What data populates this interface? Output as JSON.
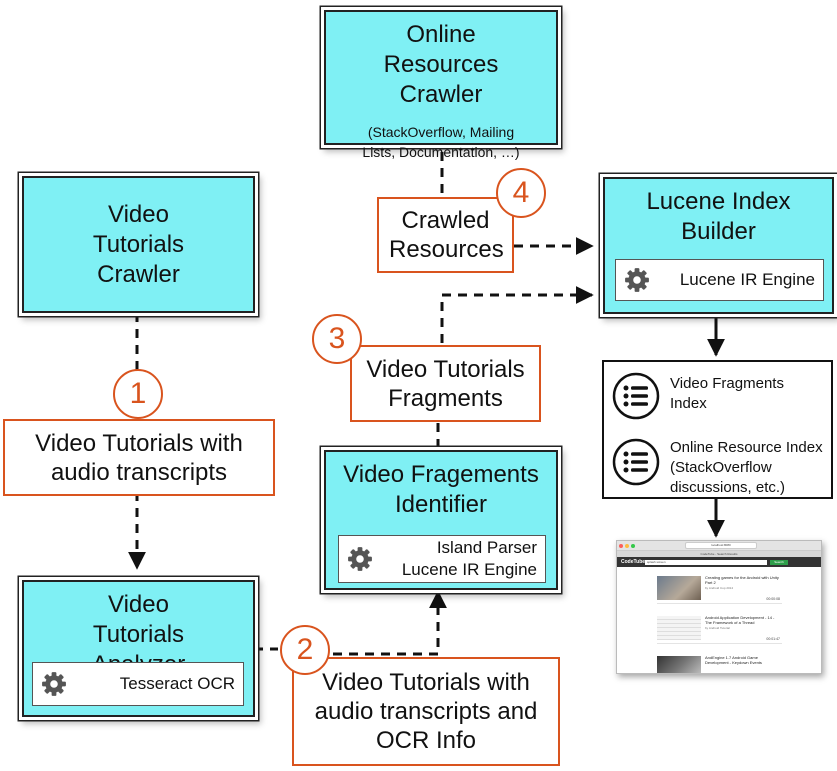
{
  "boxes": {
    "online_crawler": {
      "title": "Online Resources Crawler",
      "sub": "(StackOverflow, Mailing Lists, Documentation, …)"
    },
    "video_crawler": {
      "title": "Video Tutorials Crawler"
    },
    "lucene_builder": {
      "title": "Lucene Index Builder",
      "engine": "Lucene IR Engine"
    },
    "fragments_identifier": {
      "title": "Video Fragements Identifier",
      "engine_line1": "Island Parser",
      "engine_line2": "Lucene IR Engine"
    },
    "analyzer": {
      "title": "Video Tutorials Analyzer",
      "engine": "Tesseract OCR"
    }
  },
  "labels": {
    "crawled": "Crawled Resources",
    "fragments": "Video Tutorials Fragments",
    "transcripts": "Video Tutorials with audio transcripts",
    "ocr_info": "Video Tutorials with audio transcripts and OCR Info"
  },
  "steps": [
    "1",
    "2",
    "3",
    "4"
  ],
  "index_panel": {
    "items": [
      {
        "label": "Video Fragments Index",
        "icon": "list-icon"
      },
      {
        "label": "Online Resource Index (StackOverflow discussions, etc.)",
        "icon": "list-icon"
      }
    ]
  },
  "browser": {
    "url": "localhost:8080",
    "tab": "CodeTube - Search Results",
    "logo": "CodeTube",
    "query": "splash screen",
    "search_button": "Search",
    "results": [
      {
        "title": "Creating games for the Android with Unity Part 2",
        "meta": "by Android Cup 2014",
        "time": "00:00:08"
      },
      {
        "title": "Android Application Development - 14 - The Framework of a Thread",
        "meta": "by Android Tutorial",
        "time": "00:01:47"
      },
      {
        "title": "AndEngine 1.7 Android Game Development - Keydown Events",
        "meta": "",
        "time": ""
      }
    ]
  },
  "colors": {
    "box_fill": "#7ff0f4",
    "accent": "#d9541e",
    "line": "#111111"
  }
}
